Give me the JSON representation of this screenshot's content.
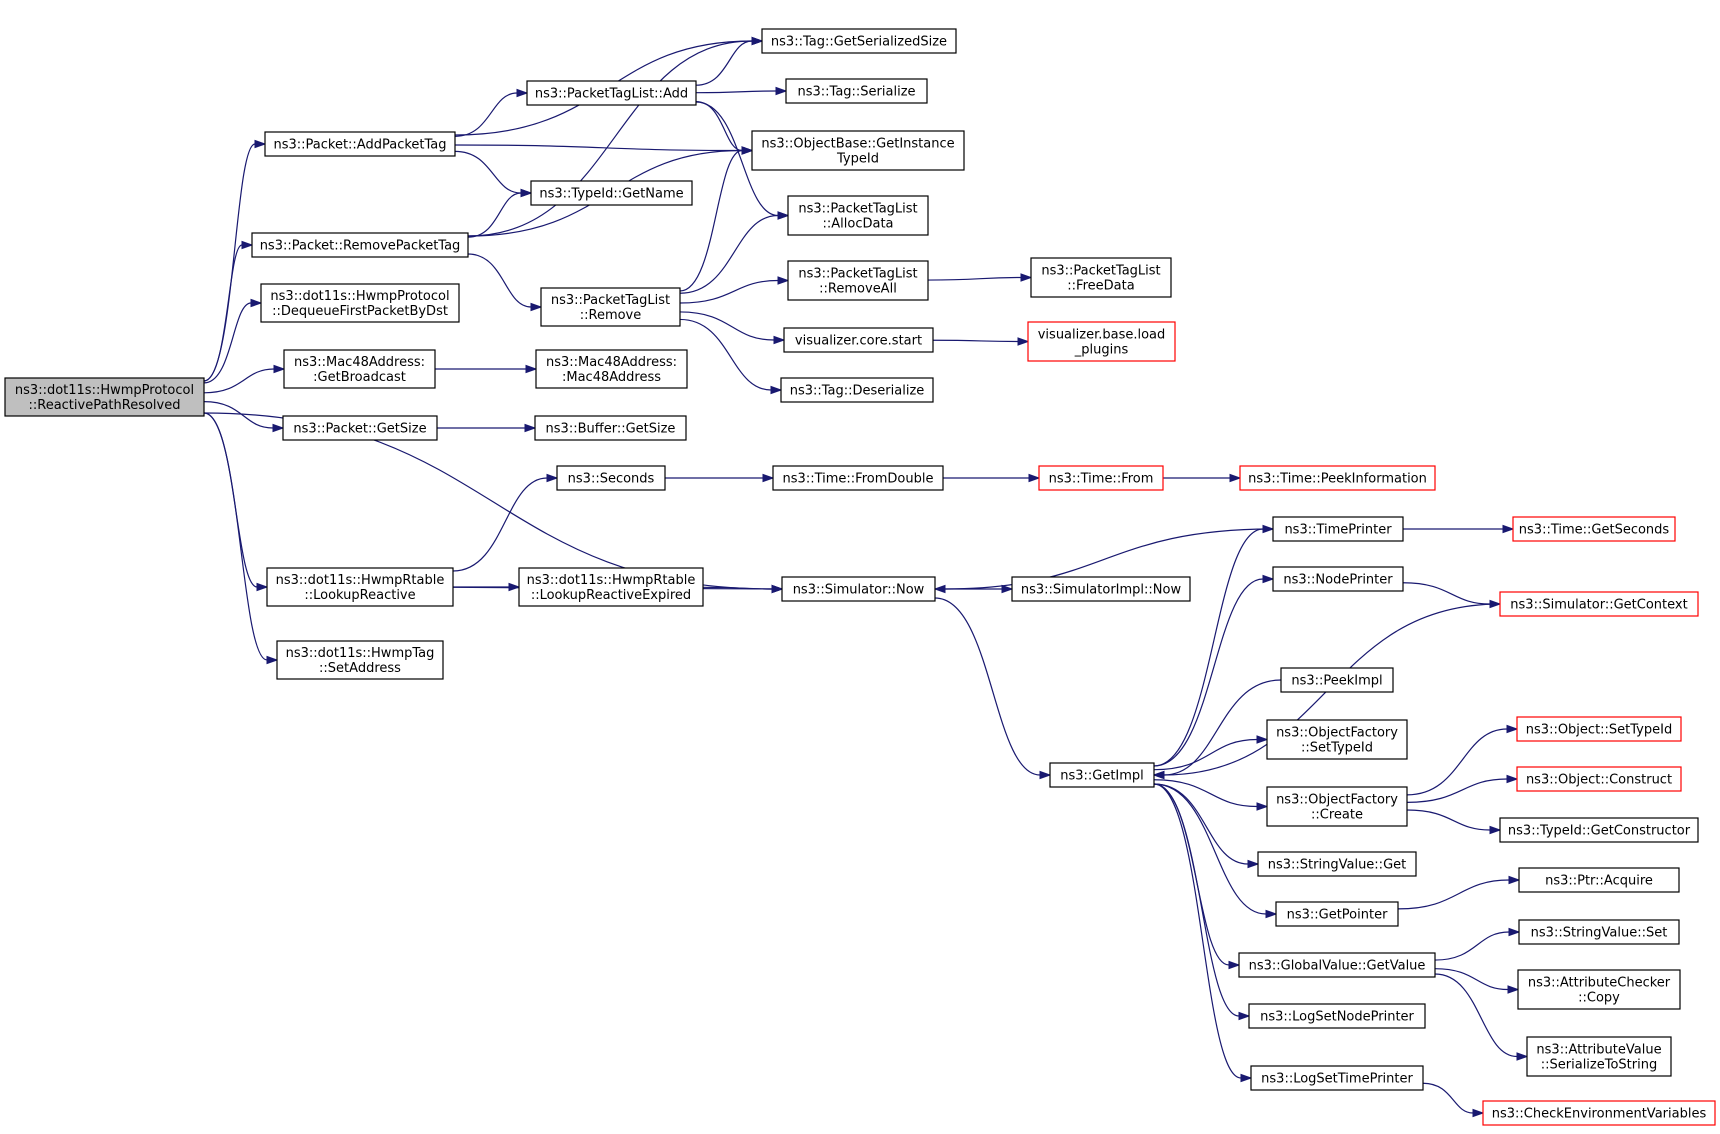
{
  "colors": {
    "edge": "#191970",
    "root_fill": "#bfbfbf",
    "truncated_border": "#ff0000",
    "node_border": "#000000"
  },
  "nodes": [
    {
      "id": "root",
      "lines": [
        "ns3::dot11s::HwmpProtocol",
        "::ReactivePathResolved"
      ],
      "root": true
    },
    {
      "id": "addpackettag",
      "lines": [
        "ns3::Packet::AddPacketTag"
      ]
    },
    {
      "id": "removepackettag",
      "lines": [
        "ns3::Packet::RemovePacketTag"
      ]
    },
    {
      "id": "dequeue",
      "lines": [
        "ns3::dot11s::HwmpProtocol",
        "::DequeueFirstPacketByDst"
      ]
    },
    {
      "id": "getbroadcast",
      "lines": [
        "ns3::Mac48Address:",
        ":GetBroadcast"
      ]
    },
    {
      "id": "packetgetsize",
      "lines": [
        "ns3::Packet::GetSize"
      ]
    },
    {
      "id": "lookupreactive",
      "lines": [
        "ns3::dot11s::HwmpRtable",
        "::LookupReactive"
      ]
    },
    {
      "id": "setaddress",
      "lines": [
        "ns3::dot11s::HwmpTag",
        "::SetAddress"
      ]
    },
    {
      "id": "ptl_add",
      "lines": [
        "ns3::PacketTagList::Add"
      ]
    },
    {
      "id": "typeid_getname",
      "lines": [
        "ns3::TypeId::GetName"
      ]
    },
    {
      "id": "ptl_remove",
      "lines": [
        "ns3::PacketTagList",
        "::Remove"
      ]
    },
    {
      "id": "mac48",
      "lines": [
        "ns3::Mac48Address:",
        ":Mac48Address"
      ]
    },
    {
      "id": "buffer_getsize",
      "lines": [
        "ns3::Buffer::GetSize"
      ]
    },
    {
      "id": "seconds",
      "lines": [
        "ns3::Seconds"
      ]
    },
    {
      "id": "lookupexpired",
      "lines": [
        "ns3::dot11s::HwmpRtable",
        "::LookupReactiveExpired"
      ]
    },
    {
      "id": "tag_getserializedsize",
      "lines": [
        "ns3::Tag::GetSerializedSize"
      ]
    },
    {
      "id": "tag_serialize",
      "lines": [
        "ns3::Tag::Serialize"
      ]
    },
    {
      "id": "getinstancetypeid",
      "lines": [
        "ns3::ObjectBase::GetInstance",
        "TypeId"
      ]
    },
    {
      "id": "allocdata",
      "lines": [
        "ns3::PacketTagList",
        "::AllocData"
      ]
    },
    {
      "id": "removeall",
      "lines": [
        "ns3::PacketTagList",
        "::RemoveAll"
      ]
    },
    {
      "id": "vis_start",
      "lines": [
        "visualizer.core.start"
      ]
    },
    {
      "id": "tag_deserialize",
      "lines": [
        "ns3::Tag::Deserialize"
      ]
    },
    {
      "id": "time_fromdouble",
      "lines": [
        "ns3::Time::FromDouble"
      ]
    },
    {
      "id": "sim_now",
      "lines": [
        "ns3::Simulator::Now"
      ]
    },
    {
      "id": "freedata",
      "lines": [
        "ns3::PacketTagList",
        "::FreeData"
      ]
    },
    {
      "id": "vis_load",
      "lines": [
        "visualizer.base.load",
        "_plugins"
      ],
      "truncated": true
    },
    {
      "id": "time_from",
      "lines": [
        "ns3::Time::From"
      ],
      "truncated": true
    },
    {
      "id": "peekinfo",
      "lines": [
        "ns3::Time::PeekInformation"
      ],
      "truncated": true
    },
    {
      "id": "simimpl_now",
      "lines": [
        "ns3::SimulatorImpl::Now"
      ]
    },
    {
      "id": "getimpl",
      "lines": [
        "ns3::GetImpl"
      ]
    },
    {
      "id": "timeprinter",
      "lines": [
        "ns3::TimePrinter"
      ]
    },
    {
      "id": "nodeprinter",
      "lines": [
        "ns3::NodePrinter"
      ]
    },
    {
      "id": "peekimpl",
      "lines": [
        "ns3::PeekImpl"
      ]
    },
    {
      "id": "of_settypeid",
      "lines": [
        "ns3::ObjectFactory",
        "::SetTypeId"
      ]
    },
    {
      "id": "of_create",
      "lines": [
        "ns3::ObjectFactory",
        "::Create"
      ]
    },
    {
      "id": "stringvalue_get",
      "lines": [
        "ns3::StringValue::Get"
      ]
    },
    {
      "id": "getpointer",
      "lines": [
        "ns3::GetPointer"
      ]
    },
    {
      "id": "gv_getvalue",
      "lines": [
        "ns3::GlobalValue::GetValue"
      ]
    },
    {
      "id": "lognodeprinter",
      "lines": [
        "ns3::LogSetNodePrinter"
      ]
    },
    {
      "id": "logtimeprinter",
      "lines": [
        "ns3::LogSetTimePrinter"
      ]
    },
    {
      "id": "time_getseconds",
      "lines": [
        "ns3::Time::GetSeconds"
      ],
      "truncated": true
    },
    {
      "id": "sim_getcontext",
      "lines": [
        "ns3::Simulator::GetContext"
      ],
      "truncated": true
    },
    {
      "id": "obj_settypeid",
      "lines": [
        "ns3::Object::SetTypeId"
      ],
      "truncated": true
    },
    {
      "id": "obj_construct",
      "lines": [
        "ns3::Object::Construct"
      ],
      "truncated": true
    },
    {
      "id": "typeid_getconstructor",
      "lines": [
        "ns3::TypeId::GetConstructor"
      ]
    },
    {
      "id": "ptr_acquire",
      "lines": [
        "ns3::Ptr::Acquire"
      ]
    },
    {
      "id": "stringvalue_set",
      "lines": [
        "ns3::StringValue::Set"
      ]
    },
    {
      "id": "attrchecker_copy",
      "lines": [
        "ns3::AttributeChecker",
        "::Copy"
      ]
    },
    {
      "id": "attrvalue_serialize",
      "lines": [
        "ns3::AttributeValue",
        "::SerializeToString"
      ]
    },
    {
      "id": "checkenv",
      "lines": [
        "ns3::CheckEnvironmentVariables"
      ],
      "truncated": true
    }
  ],
  "edges": [
    [
      "root",
      "addpackettag"
    ],
    [
      "root",
      "removepackettag"
    ],
    [
      "root",
      "dequeue"
    ],
    [
      "root",
      "getbroadcast"
    ],
    [
      "root",
      "packetgetsize"
    ],
    [
      "root",
      "sim_now"
    ],
    [
      "root",
      "lookupreactive"
    ],
    [
      "root",
      "setaddress"
    ],
    [
      "addpackettag",
      "tag_getserializedsize"
    ],
    [
      "addpackettag",
      "ptl_add"
    ],
    [
      "addpackettag",
      "getinstancetypeid"
    ],
    [
      "addpackettag",
      "typeid_getname"
    ],
    [
      "removepackettag",
      "tag_getserializedsize"
    ],
    [
      "removepackettag",
      "typeid_getname"
    ],
    [
      "removepackettag",
      "getinstancetypeid"
    ],
    [
      "removepackettag",
      "ptl_remove"
    ],
    [
      "ptl_add",
      "tag_getserializedsize"
    ],
    [
      "ptl_add",
      "tag_serialize"
    ],
    [
      "ptl_add",
      "getinstancetypeid"
    ],
    [
      "ptl_add",
      "allocdata"
    ],
    [
      "ptl_remove",
      "getinstancetypeid"
    ],
    [
      "ptl_remove",
      "allocdata"
    ],
    [
      "ptl_remove",
      "removeall"
    ],
    [
      "ptl_remove",
      "vis_start"
    ],
    [
      "ptl_remove",
      "tag_deserialize"
    ],
    [
      "removeall",
      "freedata"
    ],
    [
      "vis_start",
      "vis_load"
    ],
    [
      "getbroadcast",
      "mac48"
    ],
    [
      "packetgetsize",
      "buffer_getsize"
    ],
    [
      "lookupreactive",
      "seconds"
    ],
    [
      "lookupreactive",
      "lookupexpired"
    ],
    [
      "lookupreactive",
      "sim_now"
    ],
    [
      "seconds",
      "time_fromdouble"
    ],
    [
      "time_fromdouble",
      "time_from"
    ],
    [
      "time_from",
      "peekinfo"
    ],
    [
      "lookupexpired",
      "sim_now"
    ],
    [
      "sim_now",
      "simimpl_now"
    ],
    [
      "sim_now",
      "getimpl"
    ],
    [
      "timeprinter",
      "sim_now"
    ],
    [
      "timeprinter",
      "time_getseconds"
    ],
    [
      "nodeprinter",
      "sim_getcontext"
    ],
    [
      "sim_getcontext",
      "getimpl"
    ],
    [
      "peekimpl",
      "getimpl"
    ],
    [
      "getimpl",
      "timeprinter"
    ],
    [
      "getimpl",
      "nodeprinter"
    ],
    [
      "getimpl",
      "of_settypeid"
    ],
    [
      "getimpl",
      "of_create"
    ],
    [
      "getimpl",
      "stringvalue_get"
    ],
    [
      "getimpl",
      "getpointer"
    ],
    [
      "getimpl",
      "gv_getvalue"
    ],
    [
      "getimpl",
      "lognodeprinter"
    ],
    [
      "getimpl",
      "logtimeprinter"
    ],
    [
      "of_create",
      "obj_settypeid"
    ],
    [
      "of_create",
      "obj_construct"
    ],
    [
      "of_create",
      "typeid_getconstructor"
    ],
    [
      "getpointer",
      "ptr_acquire"
    ],
    [
      "gv_getvalue",
      "stringvalue_set"
    ],
    [
      "gv_getvalue",
      "attrchecker_copy"
    ],
    [
      "gv_getvalue",
      "attrvalue_serialize"
    ],
    [
      "logtimeprinter",
      "checkenv"
    ]
  ]
}
